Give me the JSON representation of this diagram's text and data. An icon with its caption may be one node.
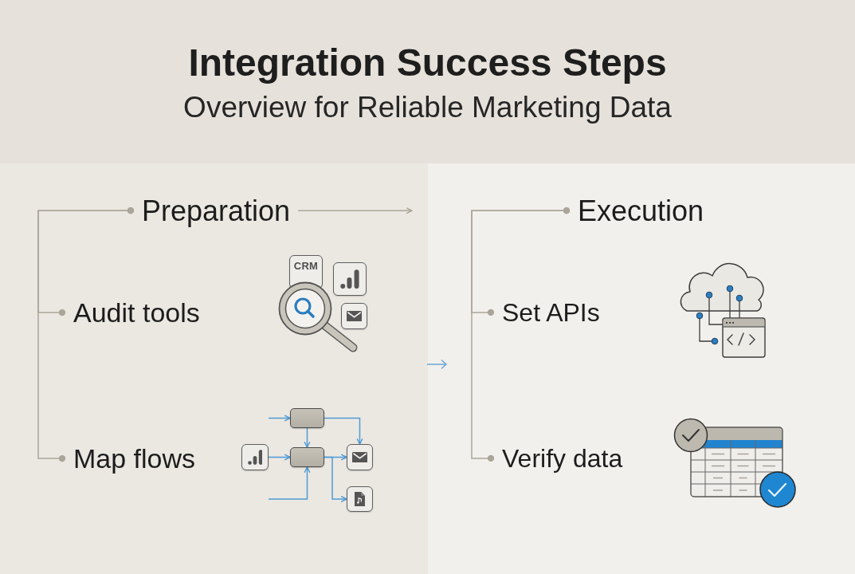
{
  "diagram": {
    "title": "Integration Success Steps",
    "nodes": [
      {
        "text": [
          "Preparation"
        ]
      },
      {
        "text": [
          "Audit tools"
        ]
      },
      {
        "text": [
          "CRM"
        ]
      },
      {
        "text": [],
        "shape": "picture"
      },
      {
        "text": [],
        "shape": "picture"
      },
      {
        "text": [
          "Map flows"
        ]
      },
      {
        "text": [],
        "shape": "box"
      },
      {
        "text": [],
        "shape": "picture"
      },
      {
        "text": [],
        "shape": "box"
      },
      {
        "text": [],
        "shape": "picture"
      },
      {
        "text": [],
        "shape": "picture"
      },
      {
        "text": [
          "Execution"
        ]
      },
      {
        "text": [
          "Set APIs"
        ]
      },
      {
        "text": [
          "Verify data"
        ]
      }
    ],
    "edges": [
      {
        "from": 0,
        "to": 1,
        "arrow": "other",
        "color": "#aaa598"
      },
      {
        "from": 0,
        "to": 5,
        "arrow": "other",
        "color": "#aaa598"
      },
      {
        "from": 0,
        "to": null,
        "arrow": "to",
        "color": "#aaa598"
      },
      {
        "from": null,
        "to": 6,
        "arrow": "to"
      },
      {
        "from": 6,
        "to": 9,
        "arrow": "to"
      },
      {
        "from": 6,
        "to": 8,
        "arrow": "to"
      },
      {
        "from": 7,
        "to": 8,
        "arrow": "to"
      },
      {
        "from": null,
        "to": 8,
        "arrow": "to"
      },
      {
        "from": 8,
        "to": 9,
        "arrow": "to"
      },
      {
        "from": 8,
        "to": 10,
        "arrow": "to"
      },
      {
        "from": 11,
        "to": 12,
        "arrow": "other",
        "color": "#aaa598"
      },
      {
        "from": 11,
        "to": 13,
        "arrow": "other",
        "color": "#aaa598"
      }
    ],
    "labels": [
      "Overview for Reliable Marketing Data"
    ]
  }
}
